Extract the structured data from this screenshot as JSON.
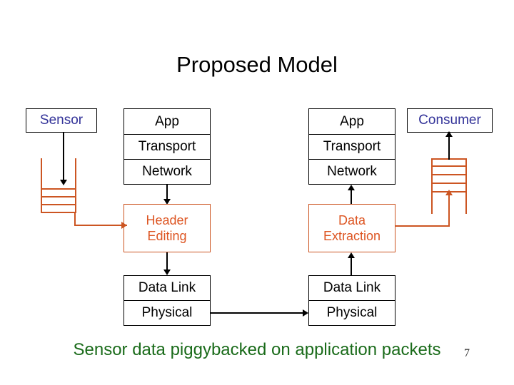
{
  "slide": {
    "title": "Proposed Model",
    "caption": "Sensor data piggybacked on application packets",
    "page_number": "7",
    "colors": {
      "title_text": "#000000",
      "endpoint_text": "#333399",
      "orange_accent": "#cc5522",
      "orange_text": "#dd5522",
      "caption_text": "#1a6b1a",
      "background": "#ffffff"
    }
  },
  "endpoints": {
    "sensor": {
      "label": "Sensor"
    },
    "consumer": {
      "label": "Consumer"
    }
  },
  "left_node": {
    "upper_layers": [
      {
        "label": "App"
      },
      {
        "label": "Transport"
      },
      {
        "label": "Network"
      }
    ],
    "processing": {
      "line1": "Header",
      "line2": "Editing"
    },
    "lower_layers": [
      {
        "label": "Data Link"
      },
      {
        "label": "Physical"
      }
    ]
  },
  "right_node": {
    "upper_layers": [
      {
        "label": "App"
      },
      {
        "label": "Transport"
      },
      {
        "label": "Network"
      }
    ],
    "processing": {
      "line1": "Data",
      "line2": "Extraction"
    },
    "lower_layers": [
      {
        "label": "Data Link"
      },
      {
        "label": "Physical"
      }
    ]
  },
  "buffers": {
    "sensor_queue": {
      "cells": 4,
      "orientation": "open-top"
    },
    "consumer_queue": {
      "cells": 4,
      "orientation": "open-bottom"
    }
  },
  "connections": [
    {
      "name": "sensor-to-queue",
      "color": "#000000",
      "direction": "down"
    },
    {
      "name": "queue-to-header-editing",
      "color": "#cc5522",
      "direction": "right"
    },
    {
      "name": "network-to-header-editing",
      "color": "#000000",
      "direction": "down"
    },
    {
      "name": "header-editing-to-data-link",
      "color": "#000000",
      "direction": "down"
    },
    {
      "name": "physical-to-physical",
      "color": "#000000",
      "direction": "right"
    },
    {
      "name": "data-link-to-data-extraction",
      "color": "#000000",
      "direction": "up"
    },
    {
      "name": "data-extraction-to-network",
      "color": "#000000",
      "direction": "up"
    },
    {
      "name": "data-extraction-to-queue",
      "color": "#cc5522",
      "direction": "up"
    },
    {
      "name": "queue-to-consumer",
      "color": "#000000",
      "direction": "up"
    }
  ]
}
